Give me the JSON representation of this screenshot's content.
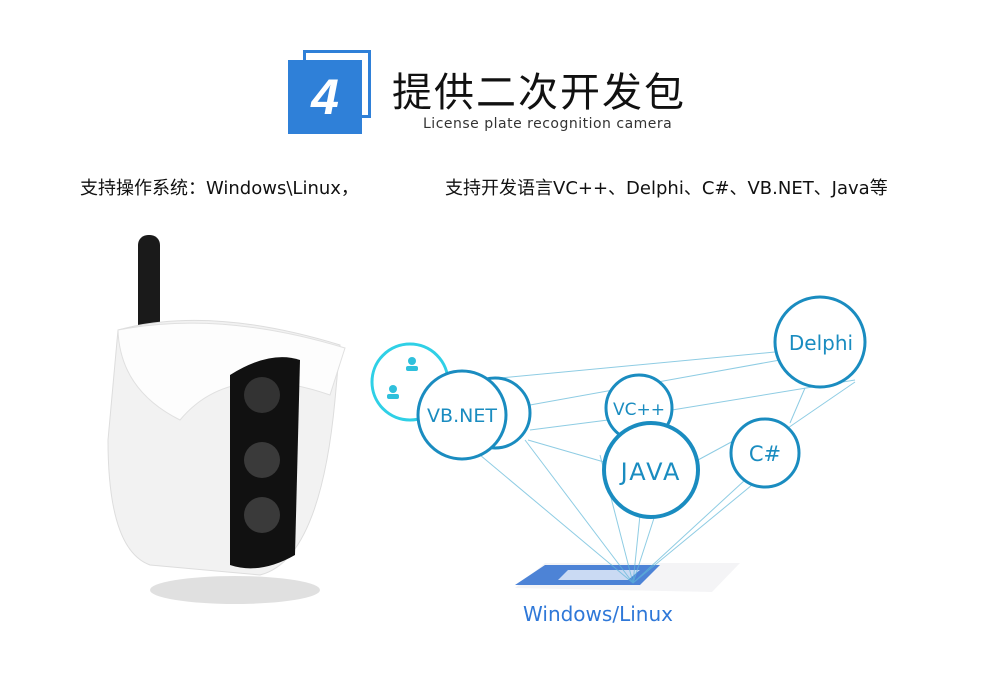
{
  "header": {
    "number": "4",
    "title": "提供二次开发包",
    "subtitle": "License plate recognition camera"
  },
  "description": {
    "os": "支持操作系统：Windows\\Linux，",
    "languages": "支持开发语言VC++、Delphi、C#、VB.NET、Java等"
  },
  "diagram": {
    "nodes": [
      "VB.NET",
      "VC++",
      "JAVA",
      "Delphi",
      "C#"
    ],
    "platform": "Windows/Linux"
  },
  "colors": {
    "accent": "#2f80d8",
    "node": "#1a8cc0",
    "cyan": "#2fd0e6"
  }
}
